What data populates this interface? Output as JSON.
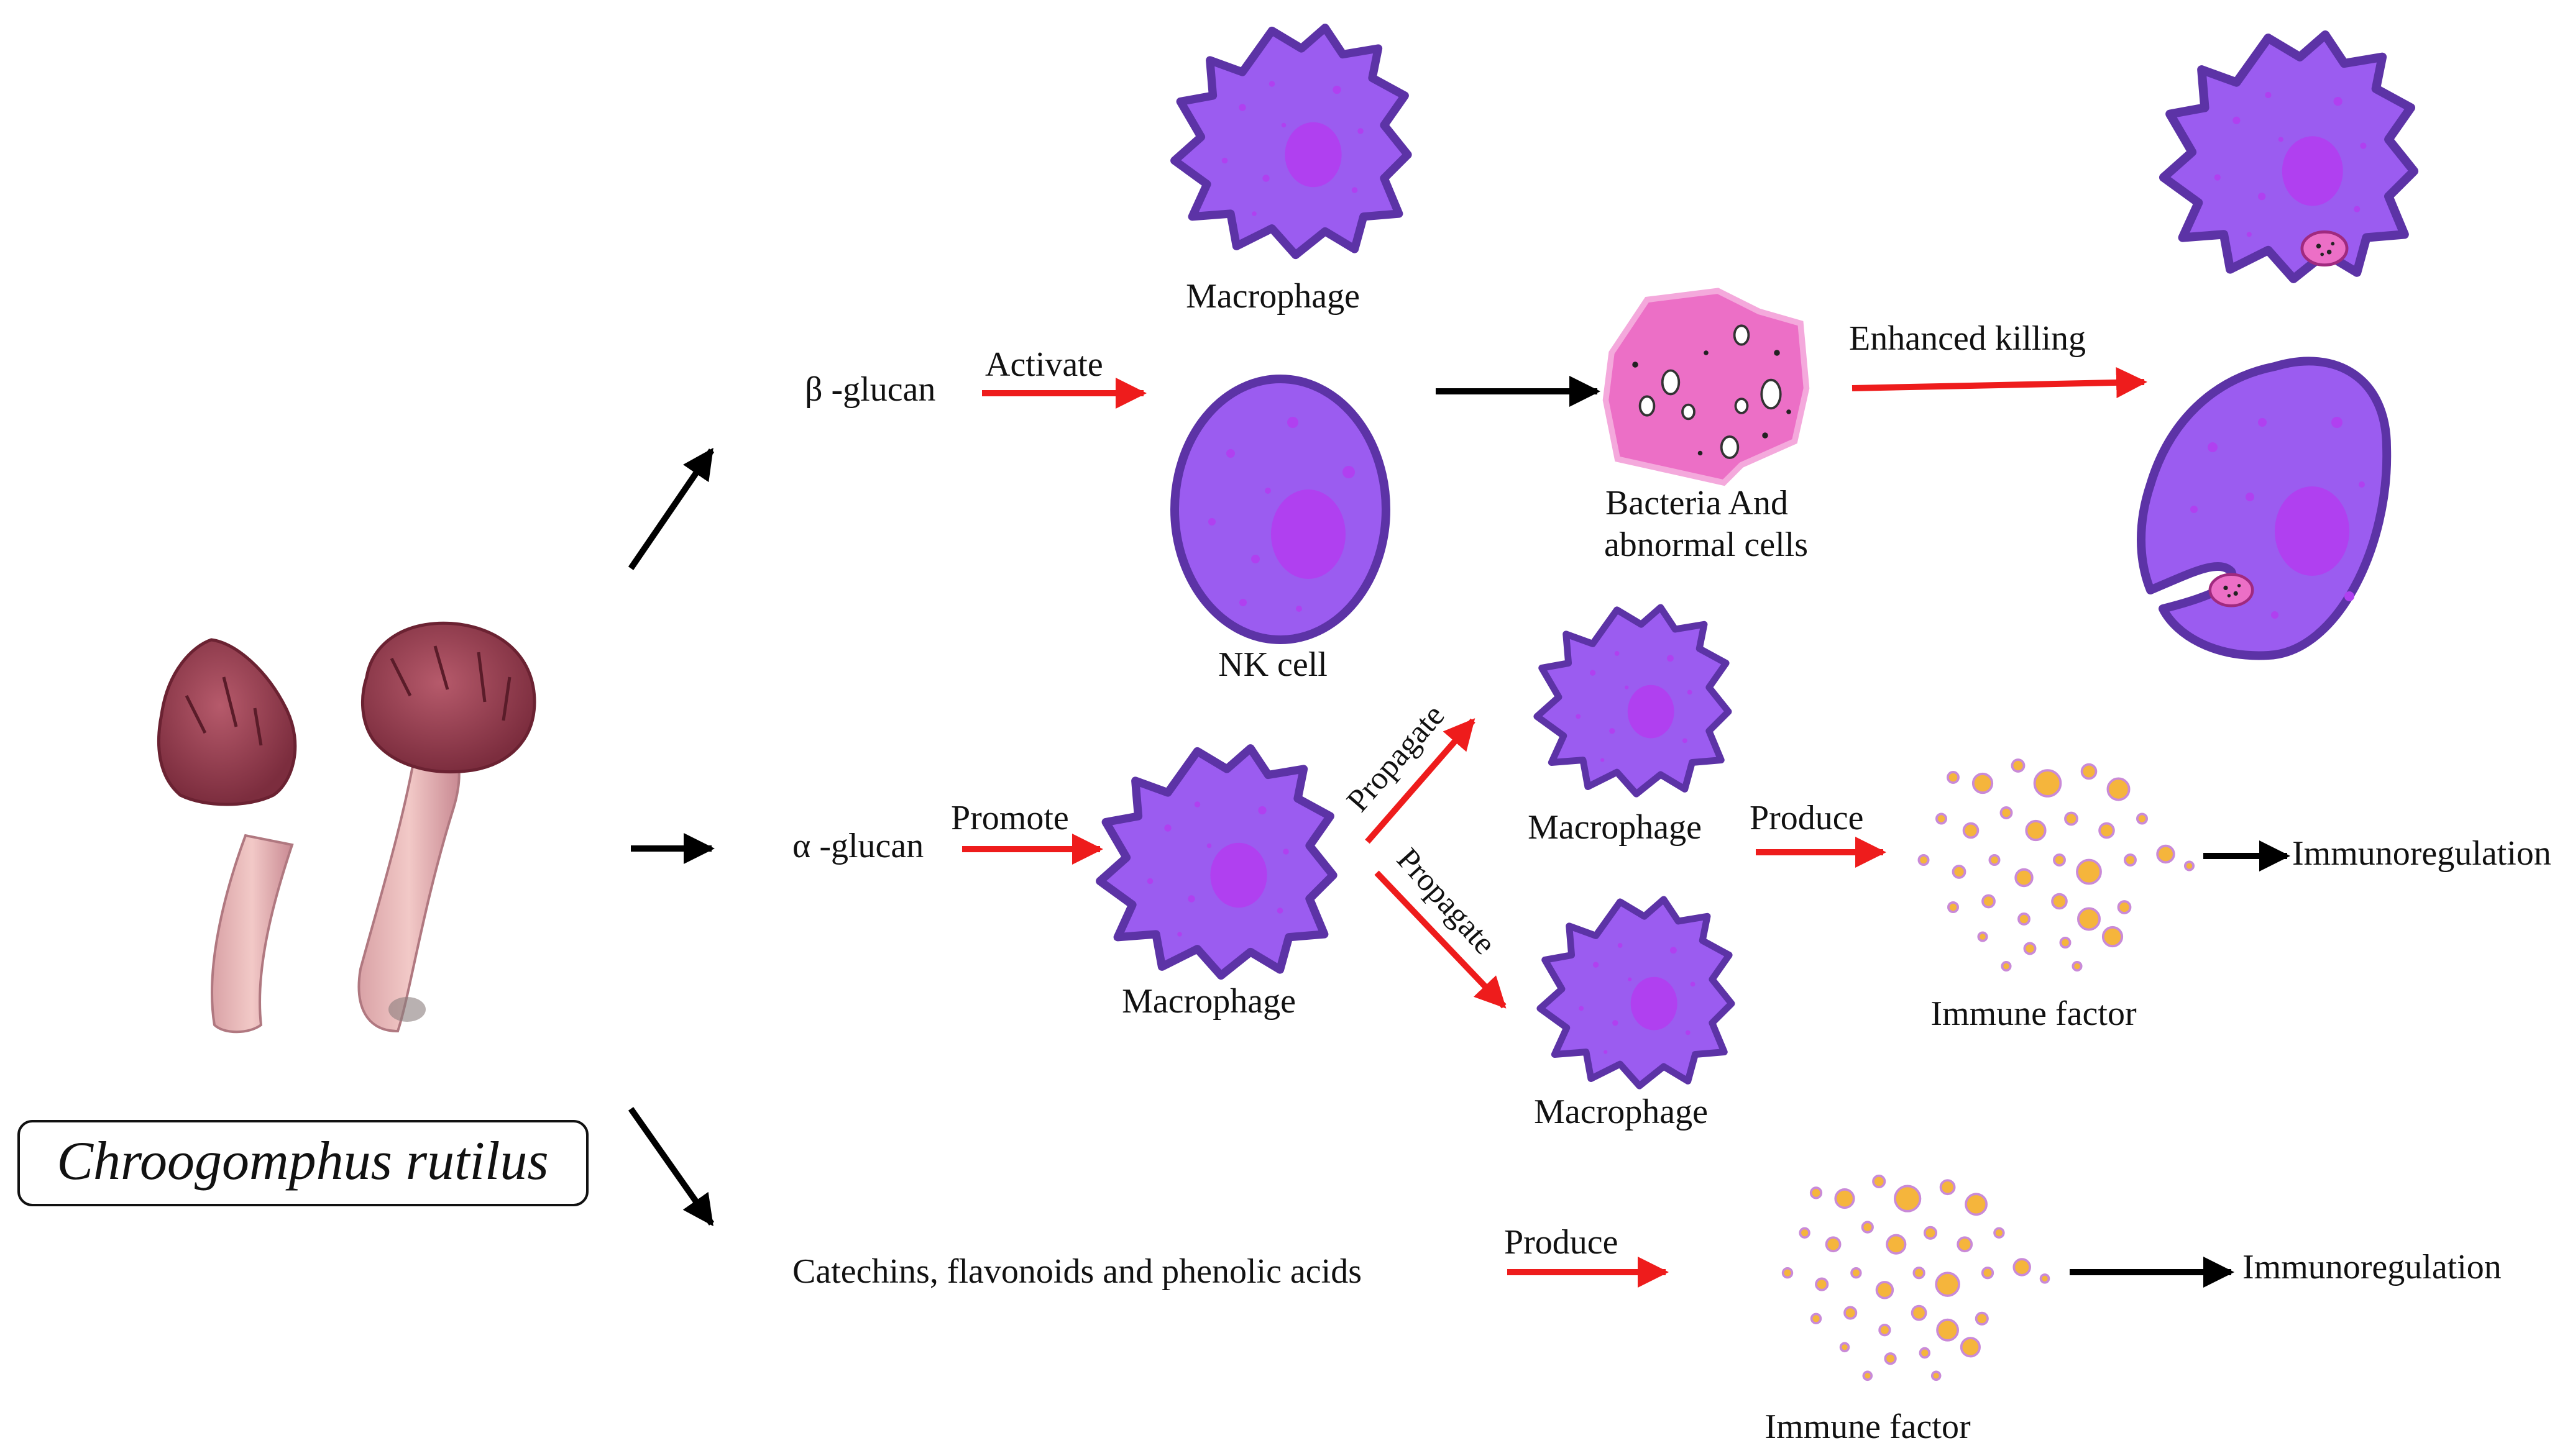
{
  "species": {
    "name": "Chroogomphus rutilus"
  },
  "pathways": {
    "beta": {
      "compound": "β -glucan",
      "verb": "Activate",
      "cell_top": "Macrophage",
      "cell_bottom": "NK cell",
      "target": "Bacteria And\nabnormal cells",
      "target_line1": "Bacteria And",
      "target_line2": "abnormal cells",
      "outcome": "Enhanced killing"
    },
    "alpha": {
      "compound": "α -glucan",
      "verb": "Promote",
      "cell": "Macrophage",
      "branch_up": "Propagate",
      "branch_down": "Propagate",
      "cell_up": "Macrophage",
      "cell_down": "Macrophage",
      "verb2": "Produce",
      "product": "Immune factor",
      "result": "Immunoregulation"
    },
    "phenolic": {
      "compound": "Catechins, flavonoids and phenolic acids",
      "verb": "Produce",
      "product": "Immune factor",
      "result": "Immunoregulation"
    }
  },
  "colors": {
    "cell_fill": "#9b5cf0",
    "cell_stroke": "#5c33a6",
    "nucleus": "#b040f0",
    "bacteria_fill": "#ec6fc6",
    "factor_fill": "#f5b53c",
    "factor_stroke": "#c98ad8",
    "red_arrow": "#ee1c1c",
    "black_arrow": "#000000"
  }
}
